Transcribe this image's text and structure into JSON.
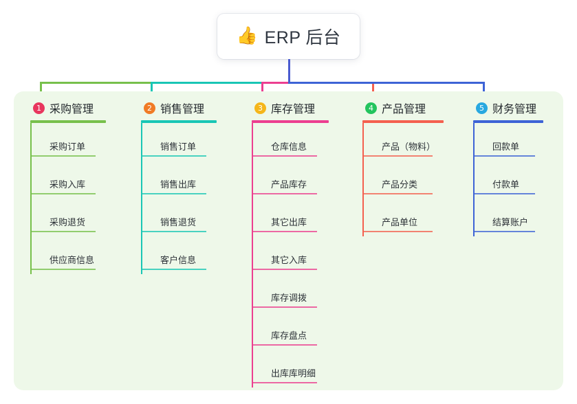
{
  "root": {
    "icon": "thumbs-up-icon",
    "icon_glyph": "👍",
    "title": "ERP 后台",
    "stem_color": "#4a5bd0"
  },
  "panel": {
    "background": "#eef8e9"
  },
  "columns": [
    {
      "number": "1",
      "title": "采购管理",
      "badge_color": "#e8365e",
      "line_color": "#77c04b",
      "items": [
        {
          "label": "采购订单"
        },
        {
          "label": "采购入库"
        },
        {
          "label": "采购退货"
        },
        {
          "label": "供应商信息"
        }
      ]
    },
    {
      "number": "2",
      "title": "销售管理",
      "badge_color": "#f07b25",
      "line_color": "#19c6b5",
      "items": [
        {
          "label": "销售订单"
        },
        {
          "label": "销售出库"
        },
        {
          "label": "销售退货"
        },
        {
          "label": "客户信息"
        }
      ]
    },
    {
      "number": "3",
      "title": "库存管理",
      "badge_color": "#f5b61a",
      "line_color": "#ec3f90",
      "items": [
        {
          "label": "仓库信息"
        },
        {
          "label": "产品库存"
        },
        {
          "label": "其它出库"
        },
        {
          "label": "其它入库"
        },
        {
          "label": "库存调拨"
        },
        {
          "label": "库存盘点"
        },
        {
          "label": "出库库明细"
        }
      ]
    },
    {
      "number": "4",
      "title": "产品管理",
      "badge_color": "#23c45e",
      "line_color": "#f4604f",
      "items": [
        {
          "label": "产品（物料）"
        },
        {
          "label": "产品分类"
        },
        {
          "label": "产品单位"
        }
      ]
    },
    {
      "number": "5",
      "title": "财务管理",
      "badge_color": "#28a8e0",
      "line_color": "#3d63d6",
      "items": [
        {
          "label": "回款单"
        },
        {
          "label": "付款单"
        },
        {
          "label": "结算账户"
        }
      ]
    }
  ]
}
